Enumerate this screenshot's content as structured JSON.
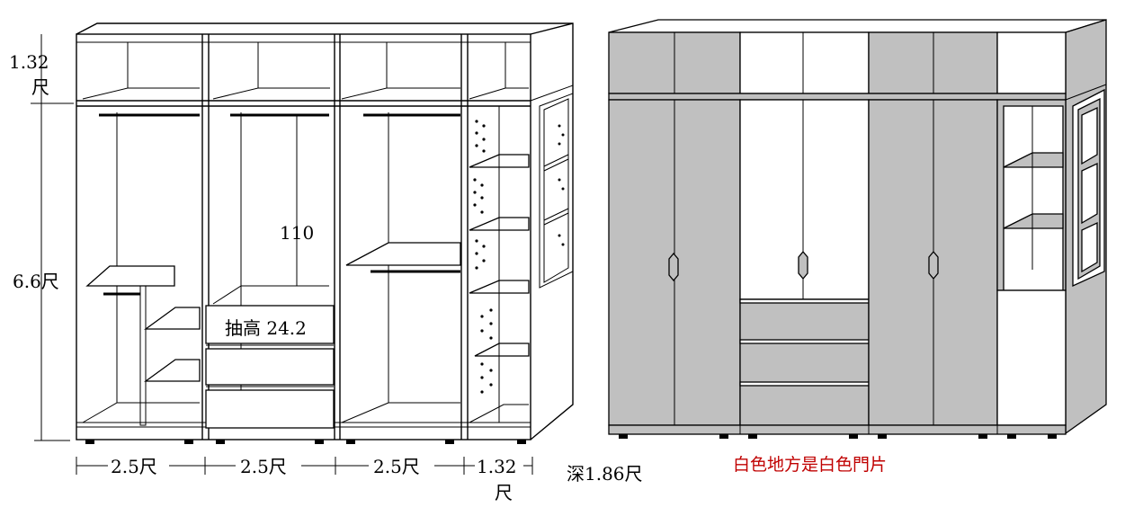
{
  "dimensions": {
    "top_height": "1.32",
    "top_height_unit": "尺",
    "body_height": "6.6尺",
    "hanging_height": "110",
    "drawer_height": "抽高 24.2",
    "width_1": "2.5尺",
    "width_2": "2.5尺",
    "width_3": "2.5尺",
    "width_4": "1.32",
    "width_4_unit": "尺",
    "depth": "深1.86尺"
  },
  "notes": {
    "white_area": "白色地方是白色門片"
  },
  "colors": {
    "door_gray": "#c0c0c0",
    "note_red": "#c00000"
  }
}
